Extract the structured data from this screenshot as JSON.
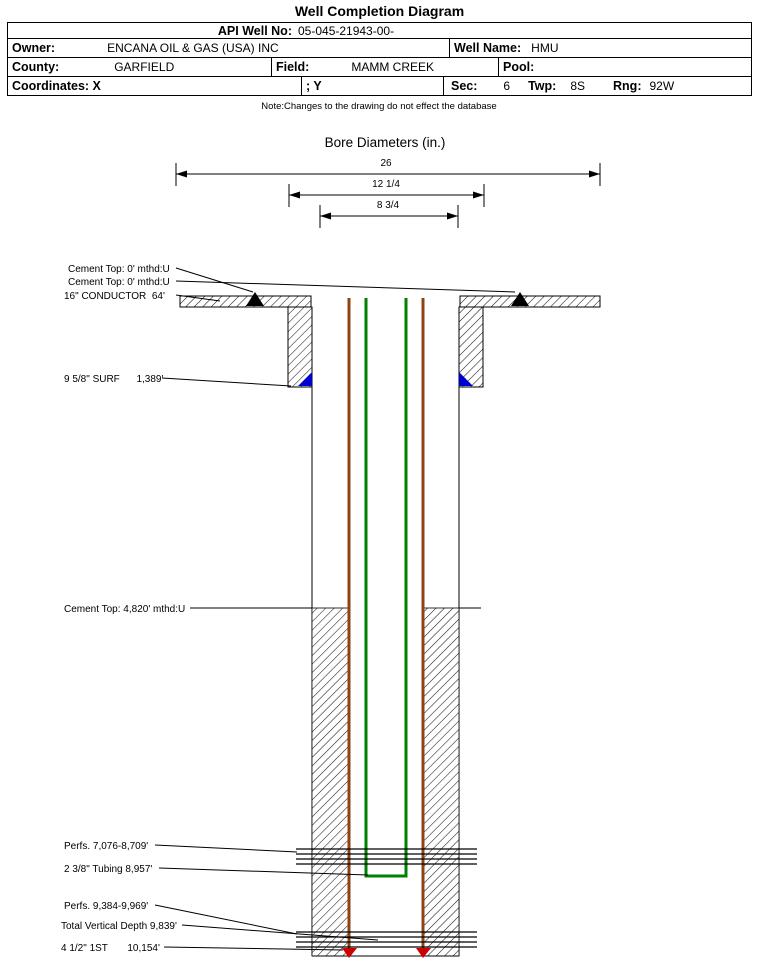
{
  "header": {
    "title": "Well Completion Diagram",
    "api_label": "API Well No:",
    "api_value": "05-045-21943-00-",
    "owner_label": "Owner:",
    "owner_value": "ENCANA OIL & GAS (USA) INC",
    "well_name_label": "Well Name:",
    "well_name_value": "HMU",
    "county_label": "County:",
    "county_value": "GARFIELD",
    "field_label": "Field:",
    "field_value": "MAMM CREEK",
    "pool_label": "Pool:",
    "pool_value": "",
    "coordinates_label": "Coordinates: X",
    "coordinates_y_label": "; Y",
    "sec_label": "Sec:",
    "sec_value": "6",
    "twp_label": "Twp:",
    "twp_value": "8S",
    "rng_label": "Rng:",
    "rng_value": "92W"
  },
  "note": "Note:Changes to the drawing do not effect the database",
  "bore": {
    "title": "Bore Diameters (in.)",
    "dims": [
      "26",
      "12 1/4",
      "8 3/4"
    ]
  },
  "labels": {
    "cement_top_a": "Cement Top: 0' mthd:U",
    "cement_top_b": "Cement Top: 0' mthd:U",
    "conductor": "16\" CONDUCTOR  64'",
    "surface_casing": "9 5/8\" SURF      1,389'",
    "cement_top_mid": "Cement Top: 4,820' mthd:U",
    "perfs_upper": "Perfs. 7,076-8,709'",
    "tubing": "2 3/8\" Tubing 8,957'",
    "perfs_lower": "Perfs. 9,384-9,969'",
    "tvd": "Total Vertical Depth 9,839'",
    "production_casing": "4 1/2\" 1ST       10,154'"
  },
  "colors": {
    "tubing": "#008000",
    "casing": "#8b4513",
    "shoe_surface": "#0000cc",
    "shoe_bottom": "#cc0000"
  }
}
